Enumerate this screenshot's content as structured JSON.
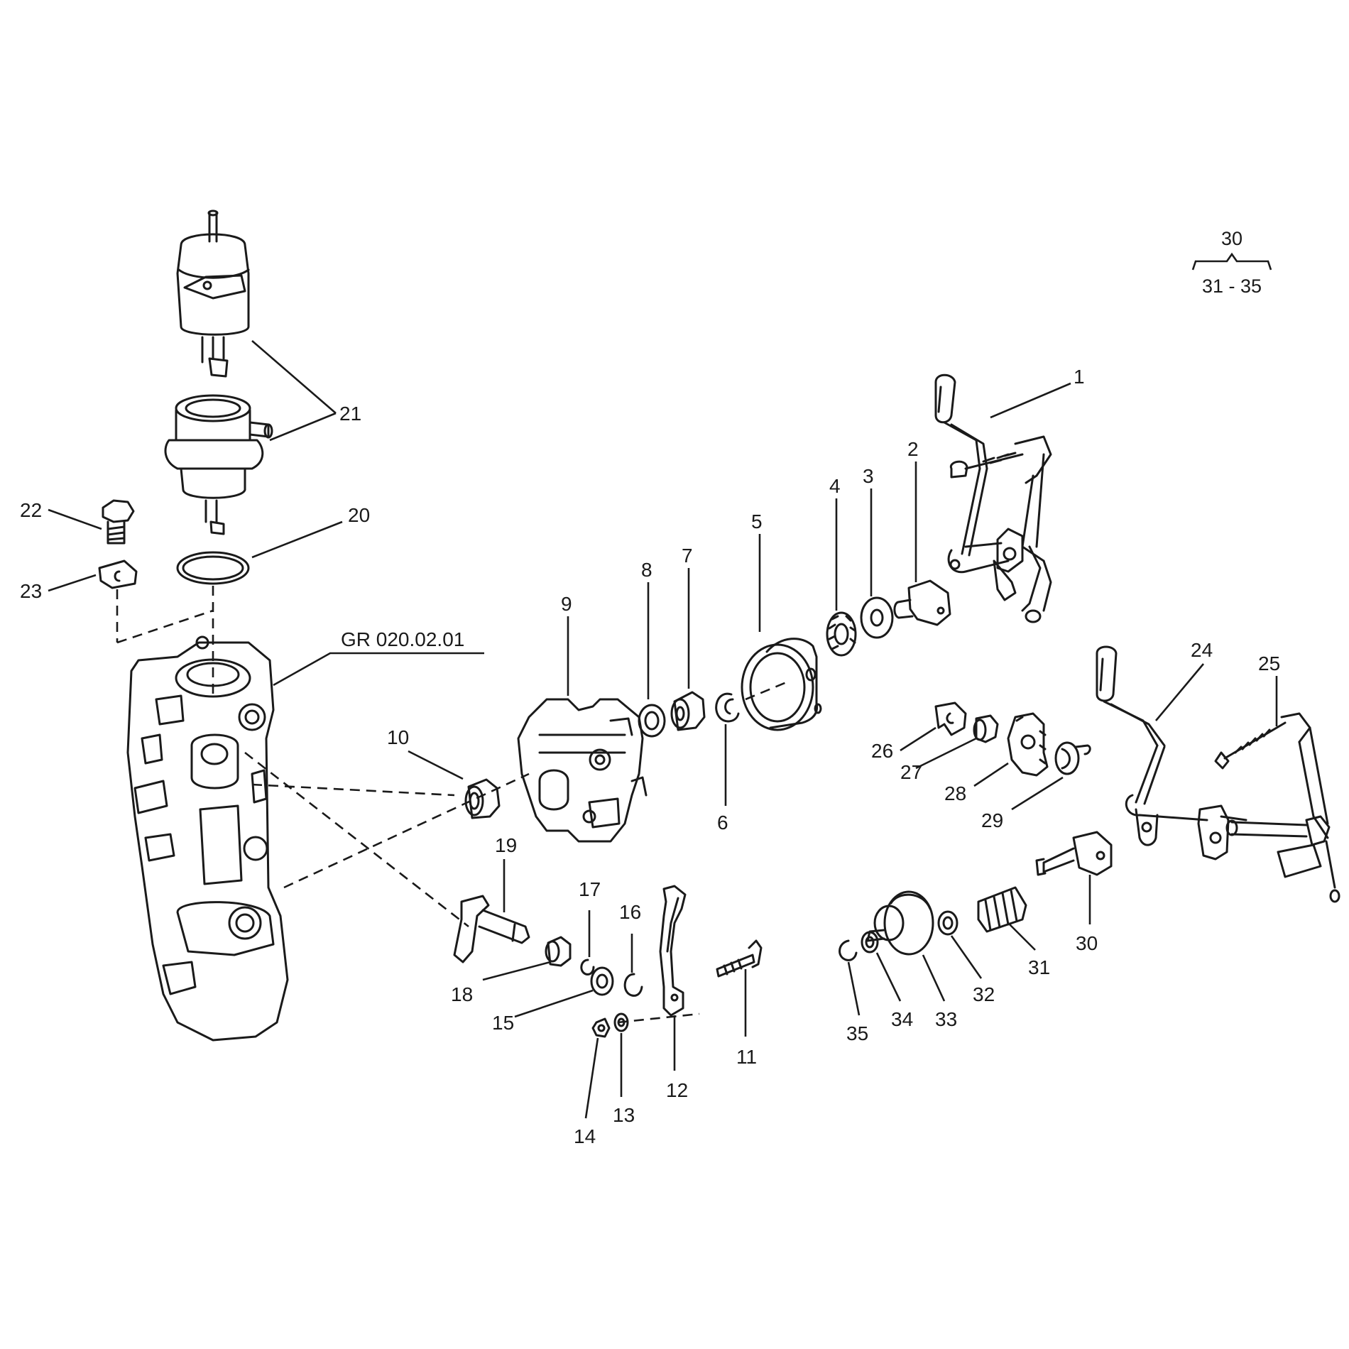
{
  "group_reference": "GR 020.02.01",
  "kit_note": {
    "parent": "30",
    "range": "31 - 35"
  },
  "callouts": {
    "c1": "1",
    "c2": "2",
    "c3": "3",
    "c4": "4",
    "c5": "5",
    "c6": "6",
    "c7": "7",
    "c8": "8",
    "c9": "9",
    "c10": "10",
    "c11": "11",
    "c12": "12",
    "c13": "13",
    "c14": "14",
    "c15": "15",
    "c16": "16",
    "c17": "17",
    "c18": "18",
    "c19": "19",
    "c20": "20",
    "c21": "21",
    "c22": "22",
    "c23": "23",
    "c24": "24",
    "c25": "25",
    "c26": "26",
    "c27": "27",
    "c28": "28",
    "c29": "29",
    "c30": "30",
    "c31": "31",
    "c32": "32",
    "c33": "33",
    "c34": "34",
    "c35": "35"
  }
}
